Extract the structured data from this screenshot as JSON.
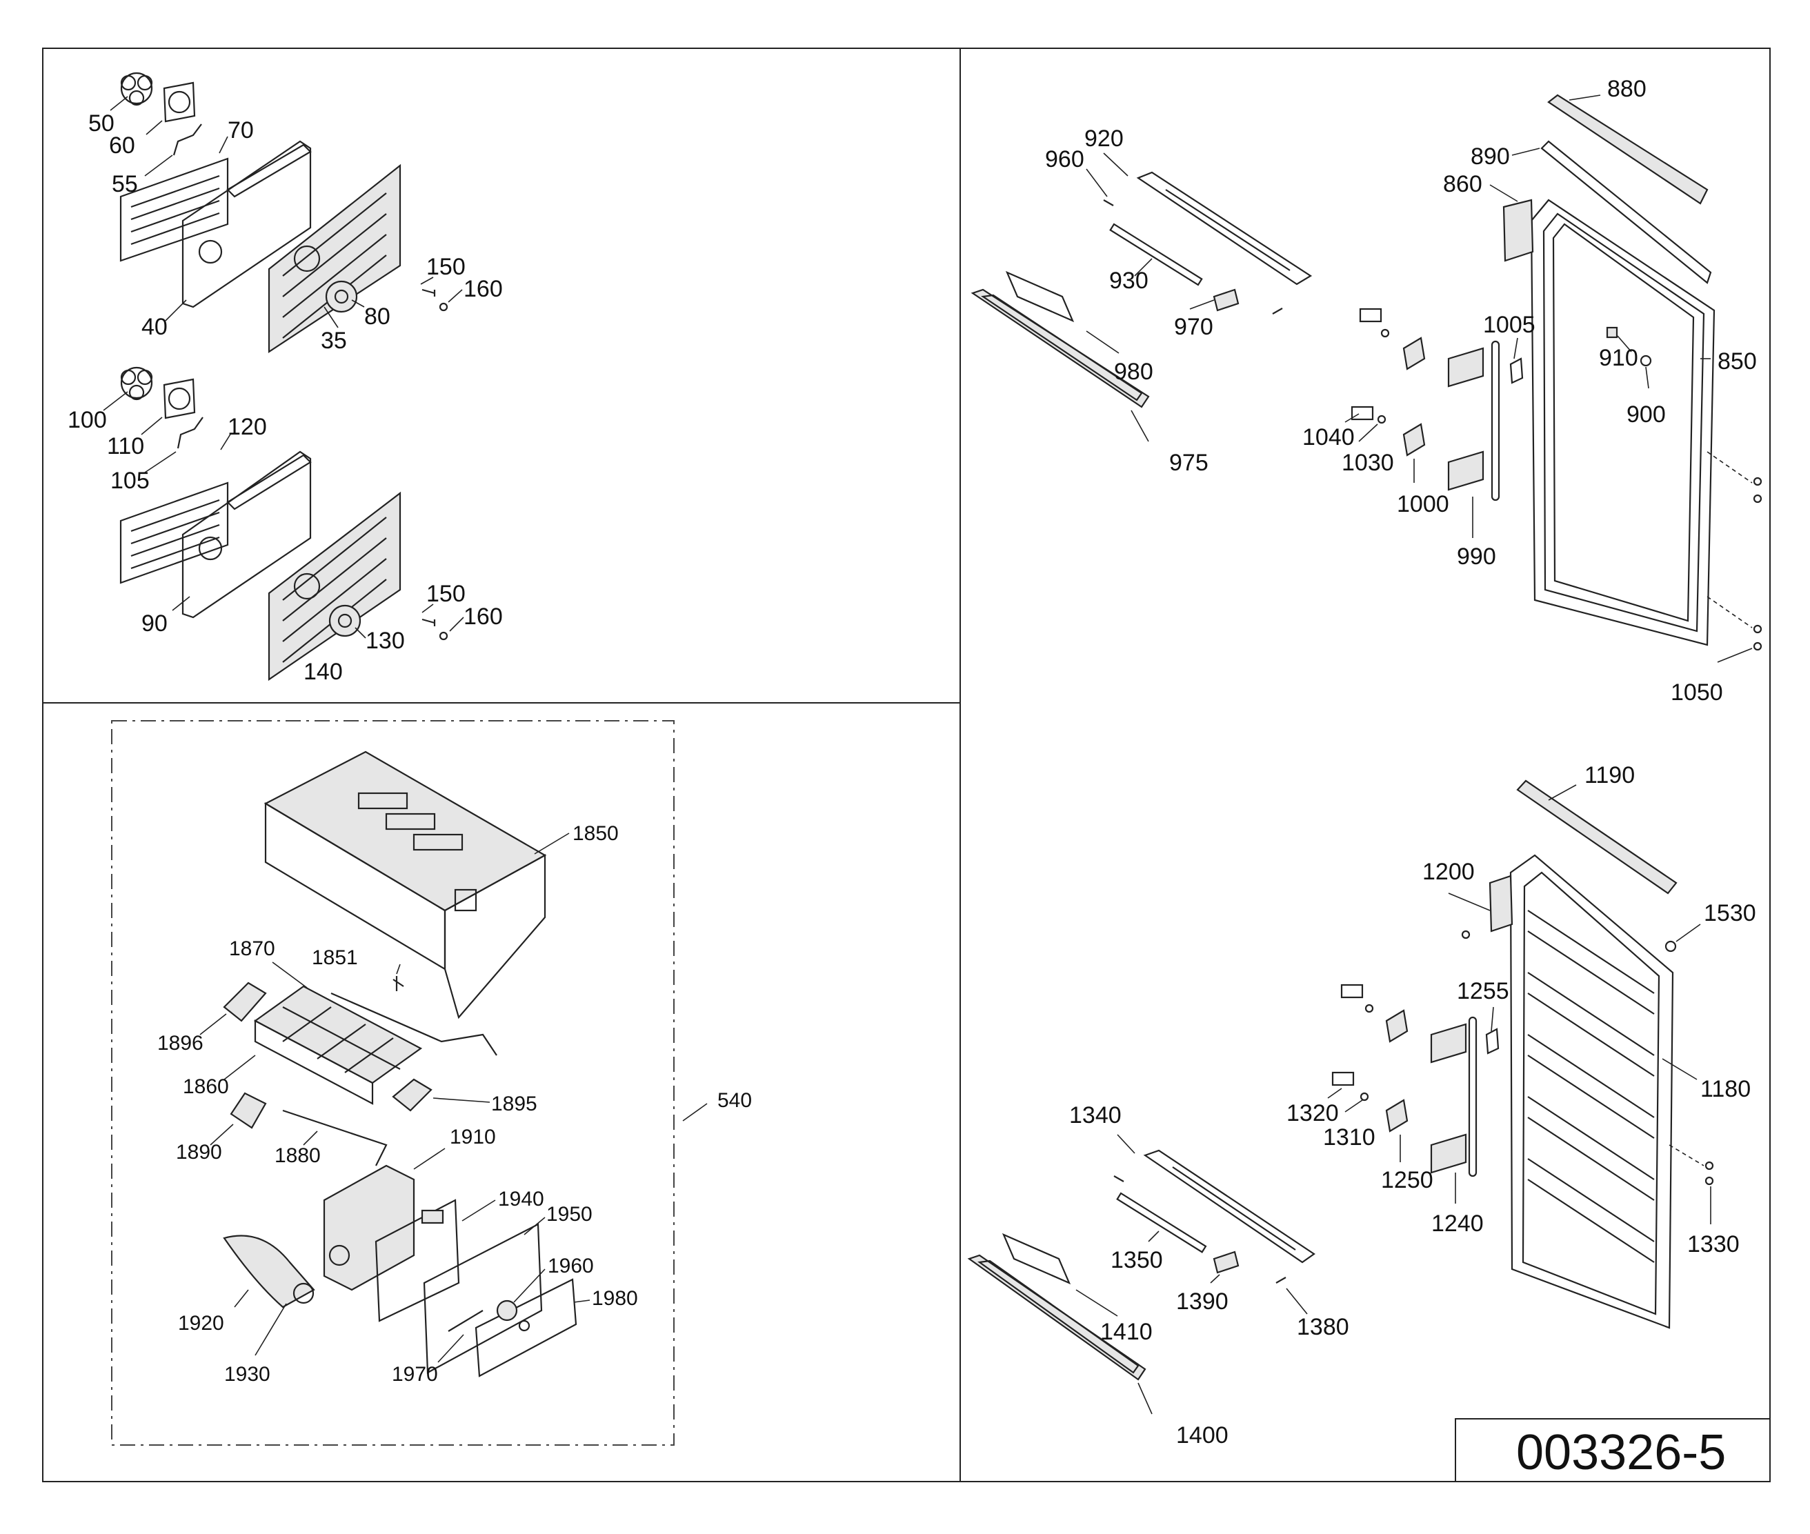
{
  "drawing_code": "003326-5",
  "labels": {
    "l50": "50",
    "l60": "60",
    "l70": "70",
    "l55": "55",
    "l40": "40",
    "l35": "35",
    "l80": "80",
    "l150a": "150",
    "l160a": "160",
    "l100": "100",
    "l110": "110",
    "l120": "120",
    "l105": "105",
    "l90": "90",
    "l140": "140",
    "l130": "130",
    "l150b": "150",
    "l160b": "160",
    "l1850": "1850",
    "l1870": "1870",
    "l1851": "1851",
    "l1896": "1896",
    "l1860": "1860",
    "l1895": "1895",
    "l1890": "1890",
    "l1880": "1880",
    "l1910": "1910",
    "l1940": "1940",
    "l1950": "1950",
    "l1960": "1960",
    "l1980": "1980",
    "l1920": "1920",
    "l1930": "1930",
    "l1970": "1970",
    "l540": "540",
    "l880": "880",
    "l890": "890",
    "l860": "860",
    "l920": "920",
    "l960": "960",
    "l930": "930",
    "l970": "970",
    "l980": "980",
    "l975": "975",
    "l1005": "1005",
    "l910": "910",
    "l850": "850",
    "l900": "900",
    "l1040": "1040",
    "l1030": "1030",
    "l1000": "1000",
    "l990": "990",
    "l1050": "1050",
    "l1190": "1190",
    "l1200": "1200",
    "l1530": "1530",
    "l1255": "1255",
    "l1180": "1180",
    "l1340": "1340",
    "l1320": "1320",
    "l1310": "1310",
    "l1250": "1250",
    "l1240": "1240",
    "l1330": "1330",
    "l1350": "1350",
    "l1390": "1390",
    "l1380": "1380",
    "l1410": "1410",
    "l1400": "1400"
  }
}
